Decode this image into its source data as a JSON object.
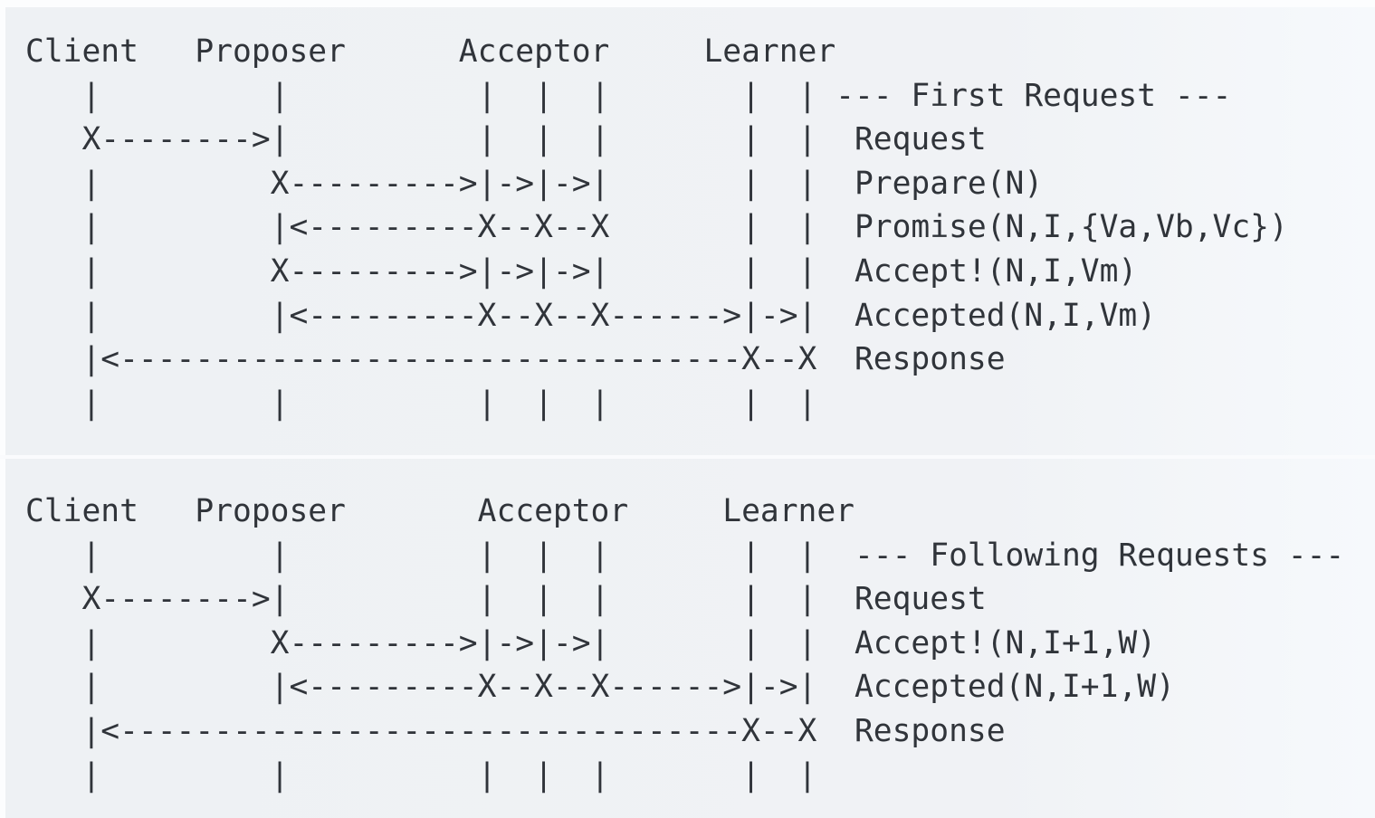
{
  "page": {
    "description": "ASCII sequence diagrams of the Multi-Paxos consensus protocol message flow",
    "block_background": "#f0f2f5",
    "text_color": "#30343a"
  },
  "diagrams": [
    {
      "id": "first-request",
      "section_label": "--- First Request ---",
      "participants": [
        "Client",
        "Proposer",
        "Acceptor",
        "Learner"
      ],
      "messages": [
        "Request",
        "Prepare(N)",
        "Promise(N,I,{Va,Vb,Vc})",
        "Accept!(N,I,Vm)",
        "Accepted(N,I,Vm)",
        "Response"
      ],
      "lines": [
        "Client   Proposer      Acceptor     Learner",
        "   |         |          |  |  |       |  | --- First Request ---",
        "   X-------->|          |  |  |       |  |  Request",
        "   |         X--------->|->|->|       |  |  Prepare(N)",
        "   |         |<---------X--X--X       |  |  Promise(N,I,{Va,Vb,Vc})",
        "   |         X--------->|->|->|       |  |  Accept!(N,I,Vm)",
        "   |         |<---------X--X--X------>|->|  Accepted(N,I,Vm)",
        "   |<---------------------------------X--X  Response",
        "   |         |          |  |  |       |  |"
      ]
    },
    {
      "id": "following-requests",
      "section_label": "--- Following Requests ---",
      "participants": [
        "Client",
        "Proposer",
        "Acceptor",
        "Learner"
      ],
      "messages": [
        "Request",
        "Accept!(N,I+1,W)",
        "Accepted(N,I+1,W)",
        "Response"
      ],
      "lines": [
        "Client   Proposer       Acceptor     Learner",
        "   |         |          |  |  |       |  |  --- Following Requests ---",
        "   X-------->|          |  |  |       |  |  Request",
        "   |         X--------->|->|->|       |  |  Accept!(N,I+1,W)",
        "   |         |<---------X--X--X------>|->|  Accepted(N,I+1,W)",
        "   |<---------------------------------X--X  Response",
        "   |         |          |  |  |       |  |"
      ]
    }
  ]
}
